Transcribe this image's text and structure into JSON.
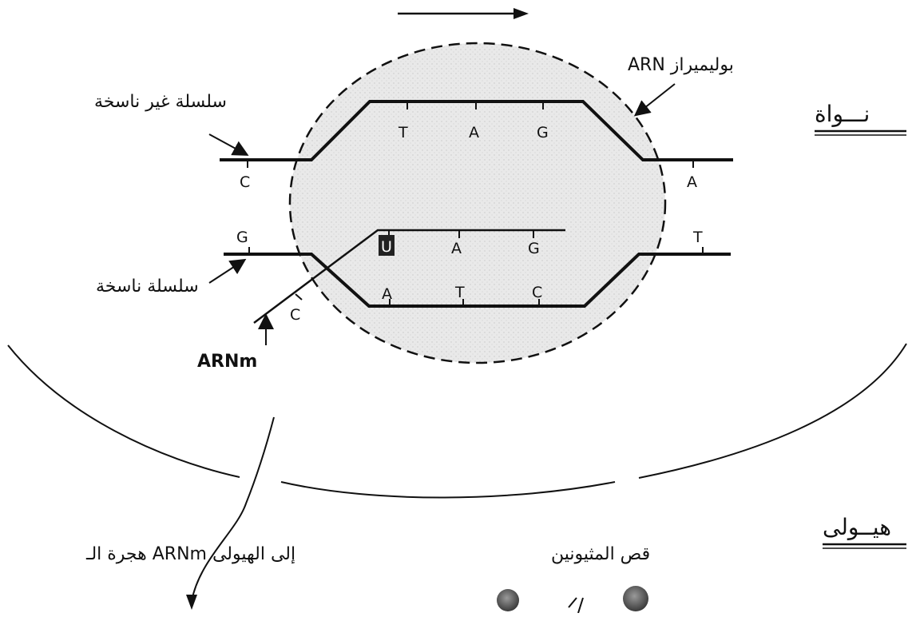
{
  "labels": {
    "nucleus": "نـــواة",
    "cytoplasm": "هيــولى",
    "non_template_strand": "سلسلة غير ناسخة",
    "template_strand": "سلسلة ناسخة",
    "rna_polymerase": "ARN بوليميراز",
    "mrna": "ARNm",
    "mrna_migration": "هجرة الـ ARNm إلى الهيولى",
    "methionine_cut": "قص المثيونين"
  },
  "bases": {
    "top_left": "C",
    "top_right": "A",
    "top_bubble": [
      "T",
      "A",
      "G"
    ],
    "bottom_left": "G",
    "bottom_right": "T",
    "template_bubble": [
      "A",
      "T",
      "C"
    ],
    "rna_left": "C",
    "rna": [
      "U",
      "A",
      "G"
    ]
  },
  "colors": {
    "ink": "#111111",
    "bubble_fill": "#e6e6e6"
  }
}
